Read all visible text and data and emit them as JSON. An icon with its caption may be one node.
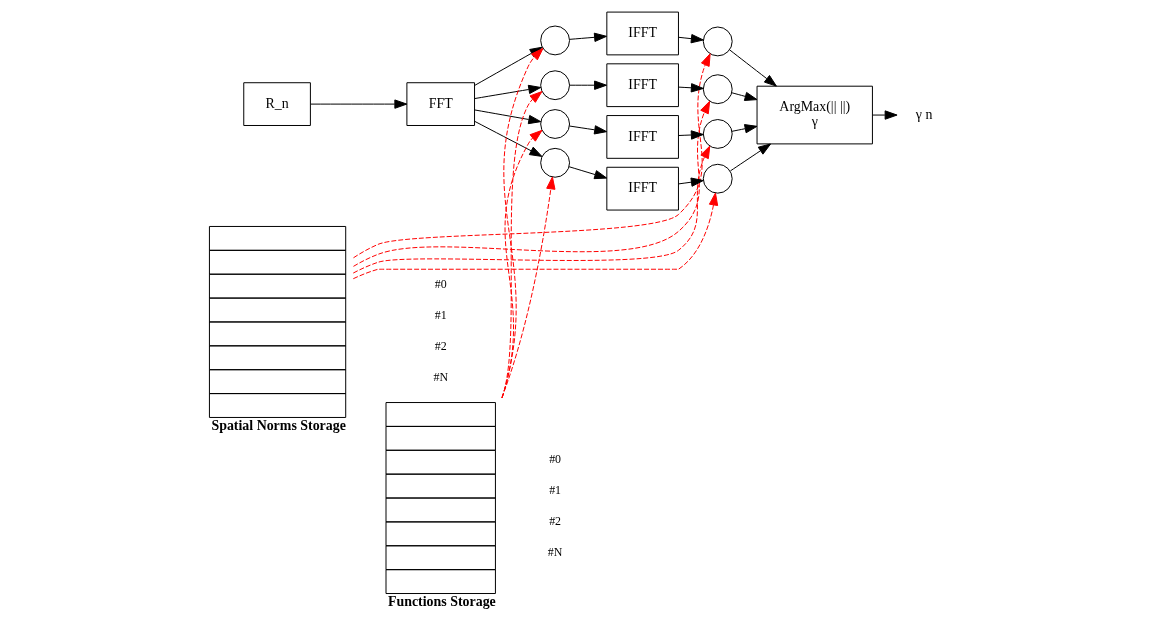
{
  "diagram": {
    "nodes": [
      {
        "text": [
          "R_n"
        ]
      },
      {
        "text": [
          "Spatial Norms Storage"
        ]
      },
      {
        "text": [
          "FFT"
        ]
      },
      {
        "text": [
          "Functions Storage"
        ]
      },
      {
        "text": [],
        "shape": "circle"
      },
      {
        "text": [],
        "shape": "circle"
      },
      {
        "text": [],
        "shape": "circle"
      },
      {
        "text": [],
        "shape": "circle"
      },
      {
        "text": [
          "IFFT"
        ]
      },
      {
        "text": [
          "IFFT"
        ]
      },
      {
        "text": [
          "IFFT"
        ]
      },
      {
        "text": [
          "IFFT"
        ]
      },
      {
        "text": [],
        "shape": "circle"
      },
      {
        "text": [],
        "shape": "circle"
      },
      {
        "text": [],
        "shape": "circle"
      },
      {
        "text": [],
        "shape": "circle"
      },
      {
        "text": [
          "ArgMax(|| ||)",
          "γ"
        ]
      },
      {
        "text": [
          "γ n"
        ]
      }
    ],
    "edges": [
      {
        "from": 0,
        "to": 2,
        "arrow": "to"
      },
      {
        "from": 2,
        "to": 4,
        "arrow": "to"
      },
      {
        "from": 2,
        "to": 5,
        "arrow": "to"
      },
      {
        "from": 2,
        "to": 6,
        "arrow": "to"
      },
      {
        "from": 2,
        "to": 7,
        "arrow": "to"
      },
      {
        "from": 3,
        "to": 4,
        "arrow": "to",
        "style": "dashed",
        "color": "#ff0000"
      },
      {
        "from": 3,
        "to": 5,
        "arrow": "to",
        "style": "dashed",
        "color": "#ff0000"
      },
      {
        "from": 3,
        "to": 6,
        "arrow": "to",
        "style": "dashed",
        "color": "#ff0000"
      },
      {
        "from": 3,
        "to": 7,
        "arrow": "to",
        "style": "dashed",
        "color": "#ff0000"
      },
      {
        "from": 4,
        "to": 8,
        "arrow": "to"
      },
      {
        "from": 5,
        "to": 9,
        "arrow": "to"
      },
      {
        "from": 6,
        "to": 10,
        "arrow": "to"
      },
      {
        "from": 7,
        "to": 11,
        "arrow": "to"
      },
      {
        "from": 8,
        "to": 12,
        "arrow": "to"
      },
      {
        "from": 9,
        "to": 13,
        "arrow": "to"
      },
      {
        "from": 10,
        "to": 14,
        "arrow": "to"
      },
      {
        "from": 11,
        "to": 15,
        "arrow": "to"
      },
      {
        "from": 1,
        "to": 12,
        "arrow": "to",
        "style": "dashed",
        "color": "#ff0000"
      },
      {
        "from": 1,
        "to": 13,
        "arrow": "to",
        "style": "dashed",
        "color": "#ff0000"
      },
      {
        "from": 1,
        "to": 14,
        "arrow": "to",
        "style": "dashed",
        "color": "#ff0000"
      },
      {
        "from": 1,
        "to": 15,
        "arrow": "to",
        "style": "dashed",
        "color": "#ff0000"
      },
      {
        "from": 12,
        "to": 16,
        "arrow": "to"
      },
      {
        "from": 13,
        "to": 16,
        "arrow": "to"
      },
      {
        "from": 14,
        "to": 16,
        "arrow": "to"
      },
      {
        "from": 15,
        "to": 16,
        "arrow": "to"
      },
      {
        "from": 16,
        "to": 17,
        "arrow": "to"
      }
    ],
    "labels": [
      "#0",
      "#1",
      "#2",
      "#N",
      "#0",
      "#1",
      "#2",
      "#N"
    ]
  }
}
